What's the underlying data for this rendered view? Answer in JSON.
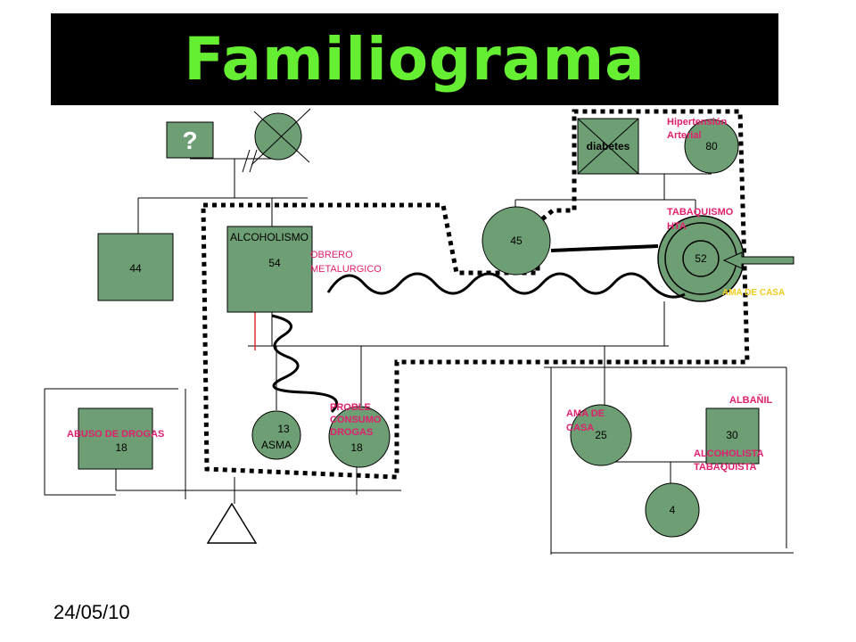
{
  "title": "Familiograma",
  "date": "24/05/10",
  "unknown_mark": "?",
  "members": {
    "m44": "44",
    "m54": "54",
    "m45": "45",
    "m80": "80",
    "m52": "52",
    "m13": "13",
    "m18_daughter": "18",
    "m18_son": "18",
    "m25": "25",
    "m30": "30",
    "m4": "4"
  },
  "labels": {
    "diabetes": "diabetes",
    "alcoholismo": "ALCOHOLISMO",
    "obrero": [
      "OBRERO",
      "METALURGICO"
    ],
    "hipertension": [
      "Hipertensión",
      "Arterial"
    ],
    "tabaquismo": [
      "TABAQUISMO",
      "HTA"
    ],
    "ama_de_casa_mother": "AMA DE  CASA",
    "asma": "ASMA",
    "probable": [
      "PROBLE",
      "CONSUMO",
      "DROGAS"
    ],
    "abuso": "ABUSO DE DROGAS",
    "ama_de_casa_25": [
      "AMA DE",
      "CASA"
    ],
    "albanil": "ALBAÑIL",
    "alcoholista": [
      "ALCOHOLISTA",
      "TABAQUISTA"
    ]
  },
  "colors": {
    "node_fill": "#6e9e73",
    "title_text": "#66ee33",
    "title_bg": "#000000",
    "annotation_pink": "#e0206f",
    "annotation_yellow": "#f2cc1a",
    "arrow_fill": "#6e9e73"
  }
}
